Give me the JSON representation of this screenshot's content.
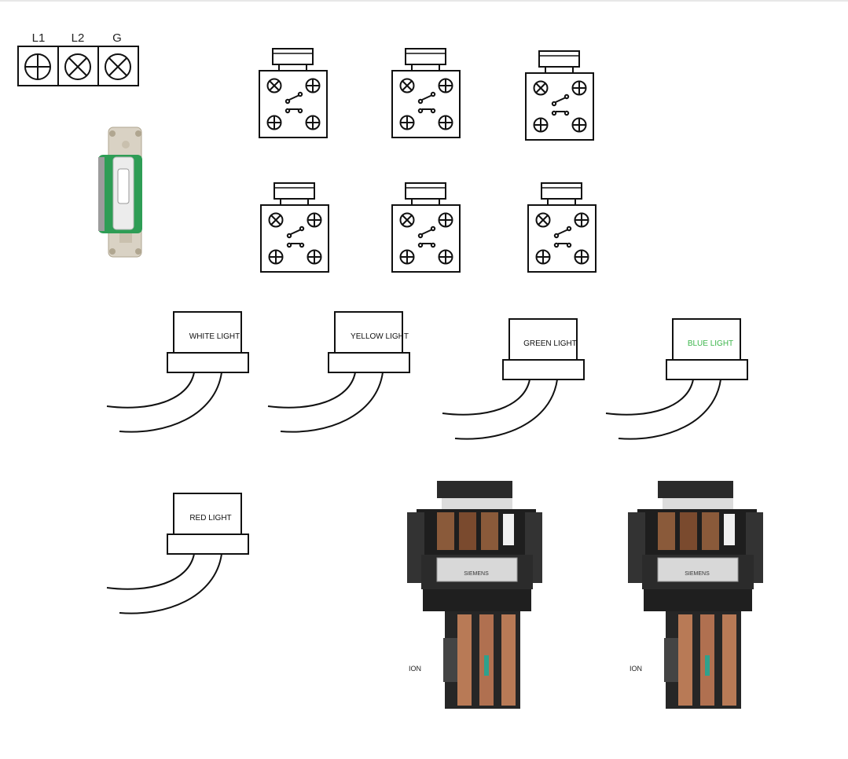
{
  "power_block": {
    "terminals": [
      {
        "label": "L1",
        "symbol": "plus"
      },
      {
        "label": "L2",
        "symbol": "cross"
      },
      {
        "label": "G",
        "symbol": "cross"
      }
    ]
  },
  "toggle_switch": {
    "icon": "toggle-switch-icon",
    "colors": {
      "body": "#2e9d55",
      "plate": "#d9d2c4",
      "paddle": "#ececec"
    }
  },
  "pushbuttons": {
    "count": 6,
    "icon": "pushbutton-switch-icon"
  },
  "pilot_lights": [
    {
      "label": "WHITE LIGHT",
      "color": "#111111"
    },
    {
      "label": "YELLOW LIGHT",
      "color": "#111111"
    },
    {
      "label": "GREEN LIGHT",
      "color": "#111111"
    },
    {
      "label": "BLUE LIGHT",
      "color": "#3bb54a"
    },
    {
      "label": "RED LIGHT",
      "color": "#111111"
    }
  ],
  "contactors": [
    {
      "brand_text": "SIEMENS",
      "side_text": "ION"
    },
    {
      "brand_text": "SIEMENS",
      "side_text": "ION"
    }
  ]
}
